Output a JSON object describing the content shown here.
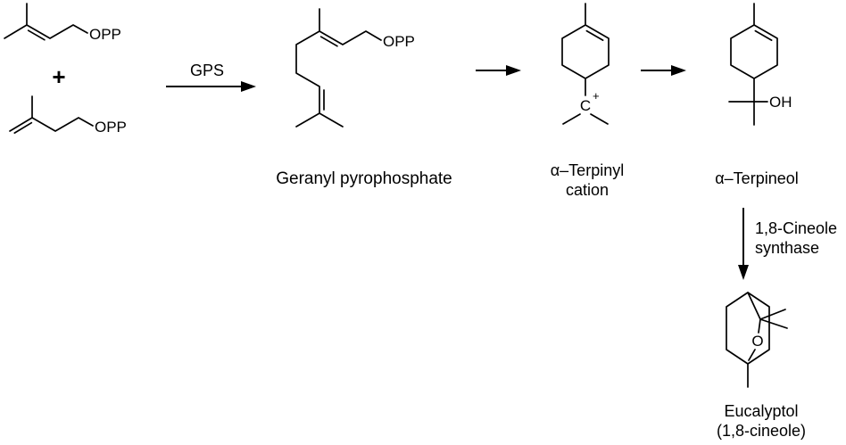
{
  "colors": {
    "background": "#ffffff",
    "ink": "#000000"
  },
  "reactants": {
    "dmapp_opp_label": "OPP",
    "plus_sign": "+",
    "ipp_opp_label": "OPP"
  },
  "gps_arrow": {
    "label": "GPS"
  },
  "geranyl": {
    "opp_label": "OPP",
    "caption": "Geranyl pyrophosphate"
  },
  "terpinyl_cation": {
    "carbon_label": "C",
    "charge_label": "+",
    "caption_line1": "α–Terpinyl",
    "caption_line2": "cation"
  },
  "terpineol": {
    "oh_label": "OH",
    "caption": "α–Terpineol"
  },
  "cineole_arrow": {
    "label_line1": "1,8-Cineole",
    "label_line2": "synthase"
  },
  "eucalyptol": {
    "oxygen_label": "O",
    "caption_line1": "Eucalyptol",
    "caption_line2": "(1,8-cineole)"
  }
}
